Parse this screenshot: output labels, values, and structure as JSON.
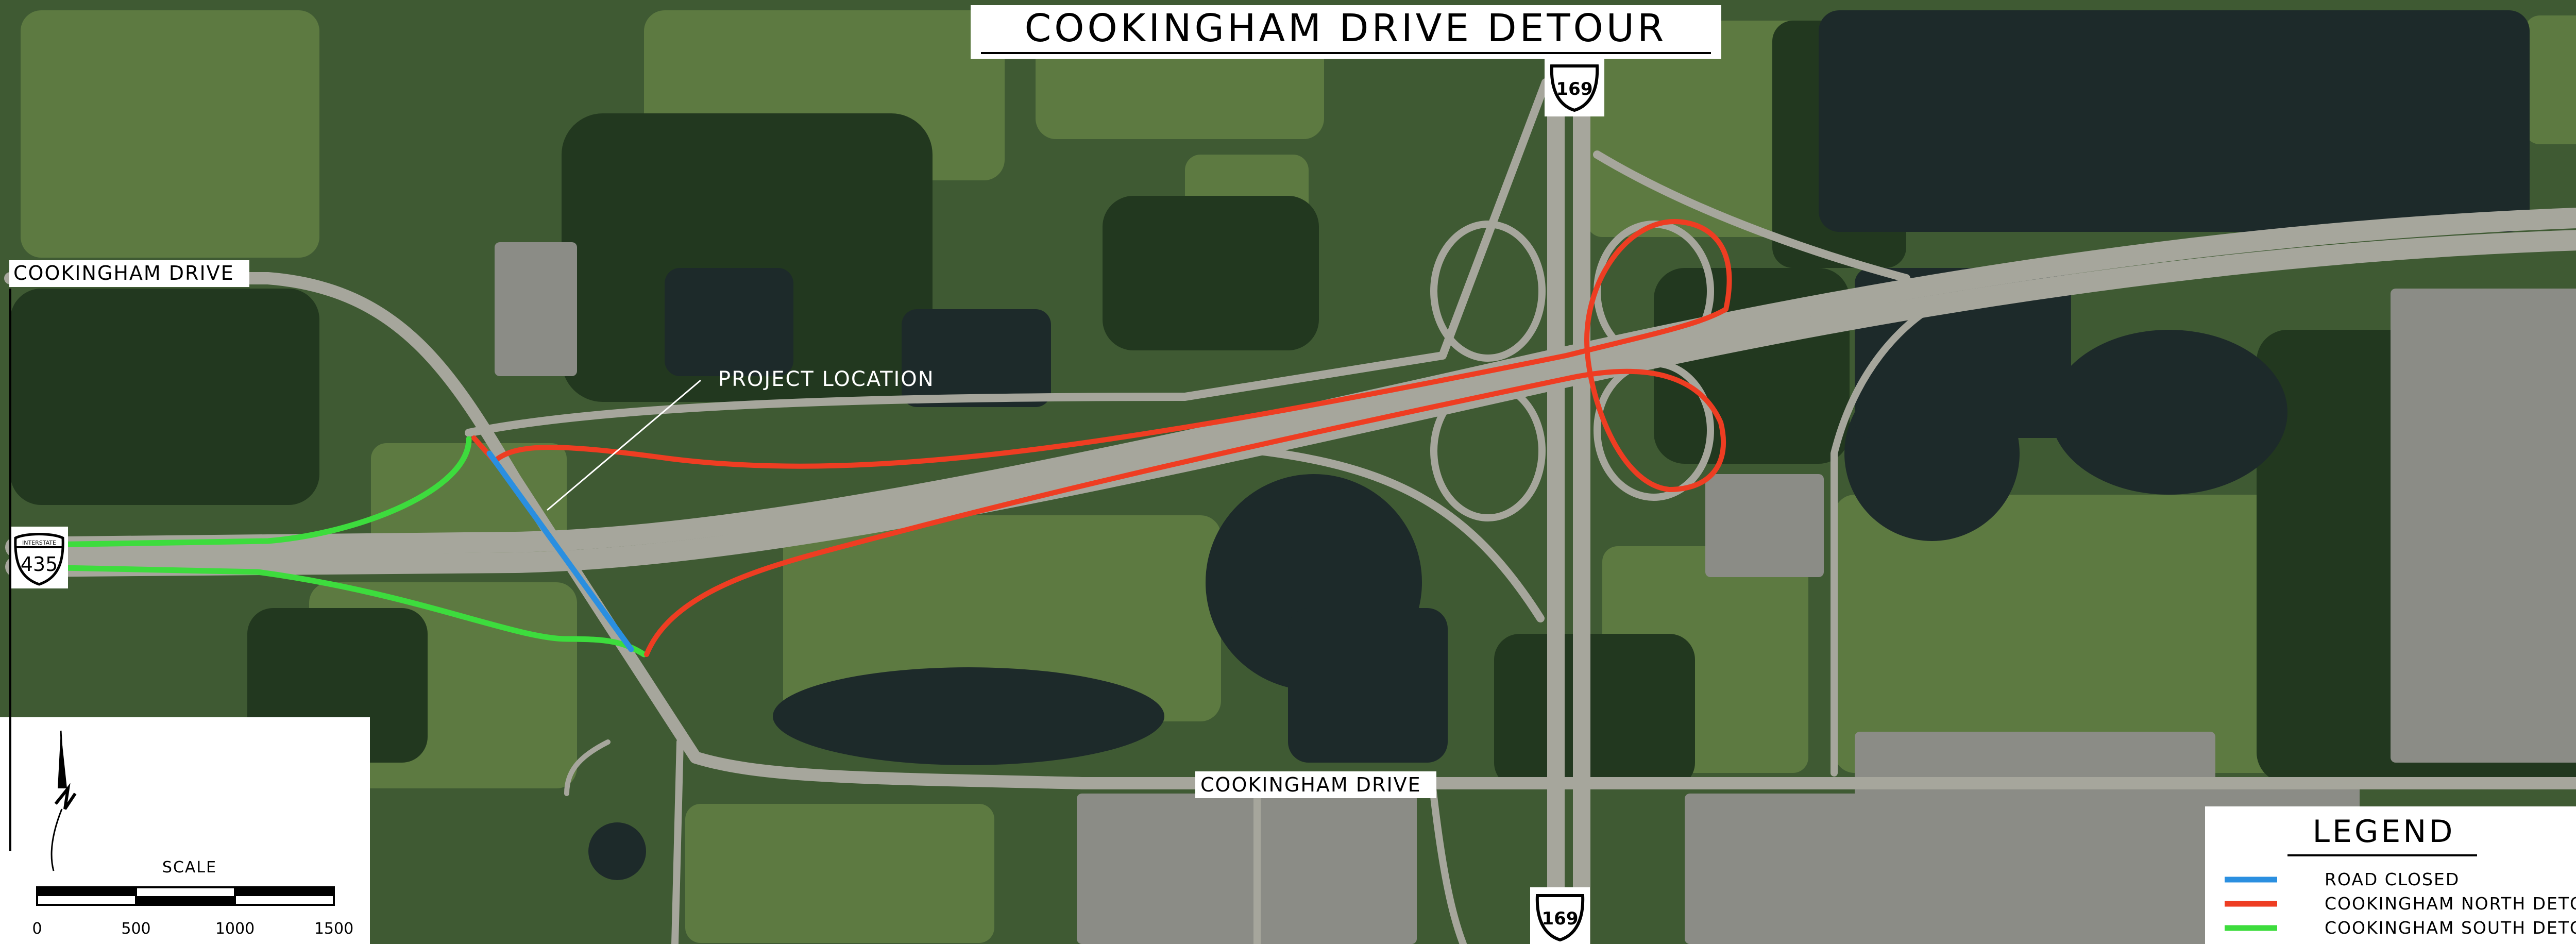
{
  "title": "COOKINGHAM DRIVE DETOUR",
  "labels": {
    "cookingham_drive_west": "COOKINGHAM DRIVE",
    "cookingham_drive_south": "COOKINGHAM DRIVE",
    "project_location": "PROJECT LOCATION"
  },
  "shields": {
    "us_169_north": "169",
    "us_169_south": "169",
    "i_435_west": "435",
    "i_435_east": "435",
    "interstate_word": "INTERSTATE"
  },
  "scale": {
    "label": "SCALE",
    "ticks": [
      "0",
      "500",
      "1000",
      "1500"
    ]
  },
  "legend": {
    "title": "LEGEND",
    "items": [
      {
        "label": "ROAD CLOSED",
        "color": "#2a8fe0"
      },
      {
        "label": "COOKINGHAM NORTH DETOUR ROUTE",
        "color": "#ee3d22"
      },
      {
        "label": "COOKINGHAM SOUTH DETOUR ROUTE",
        "color": "#3ddc3d"
      }
    ]
  },
  "colors": {
    "terrain": "#3f5a33",
    "field": "#5d7a41",
    "forest": "#22381f",
    "water": "#1d2a2a",
    "road": "#a6a69c",
    "urban": "#8b8c86"
  }
}
